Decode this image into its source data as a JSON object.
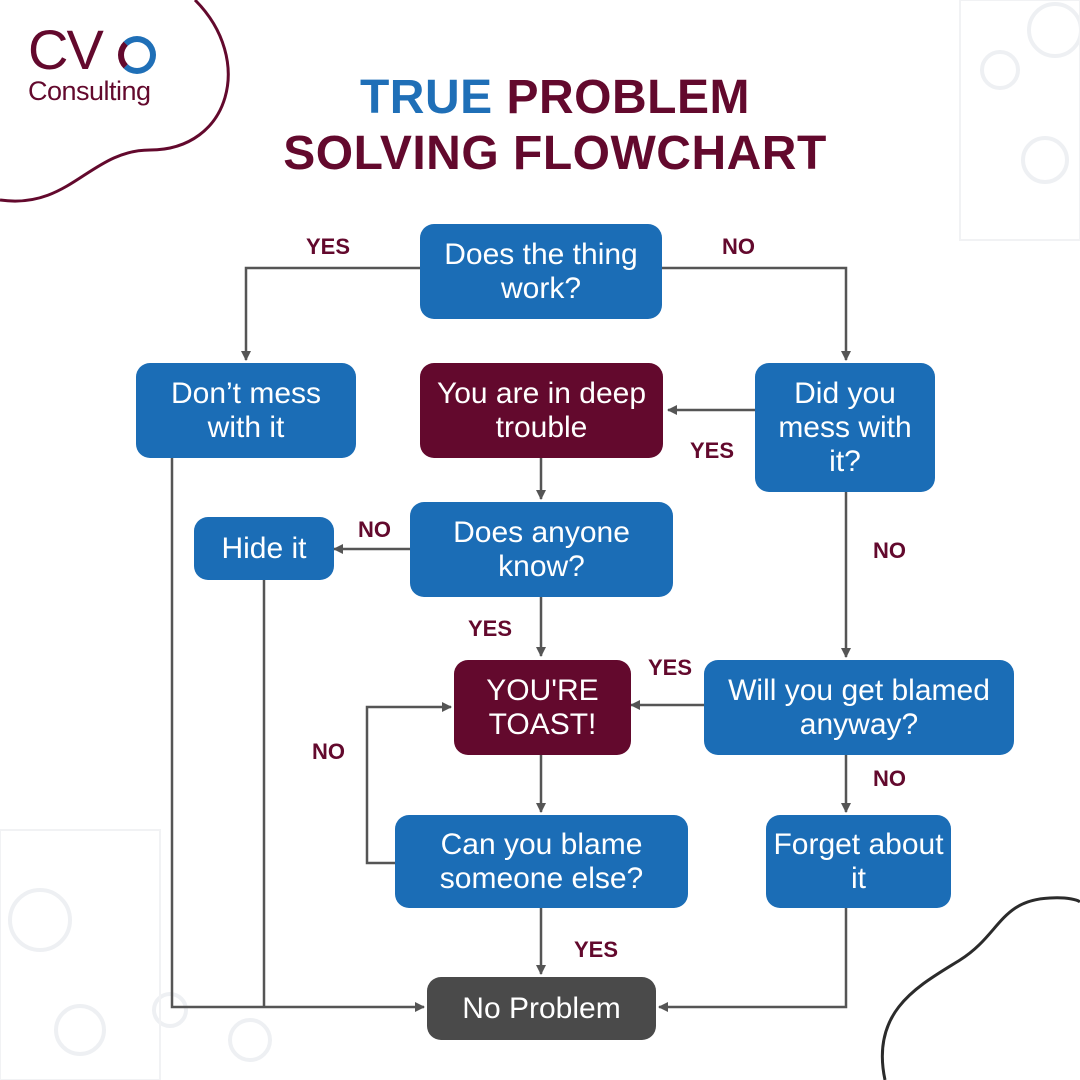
{
  "brand": {
    "logo_main": "CV",
    "logo_sub": "Consulting"
  },
  "title": {
    "word_accent": "TRUE",
    "rest_line1": "PROBLEM",
    "line2": "SOLVING FLOWCHART"
  },
  "nodes": {
    "works": "Does the thing work?",
    "dont_mess": "Don’t mess with it",
    "deep_trouble": "You are in deep trouble",
    "mess_with_it": "Did you mess with it?",
    "hide_it": "Hide it",
    "anyone_know": "Does anyone know?",
    "toast": "YOU'RE TOAST!",
    "blamed_anyway": "Will you get blamed anyway?",
    "blame_else": "Can you blame someone else?",
    "forget": "Forget about it",
    "no_problem": "No Problem"
  },
  "labels": {
    "works_yes": "YES",
    "works_no": "NO",
    "mess_yes": "YES",
    "mess_no": "NO",
    "know_no": "NO",
    "know_yes": "YES",
    "blamed_yes": "YES",
    "blamed_no": "NO",
    "blame_else_no": "NO",
    "blame_else_yes": "YES"
  },
  "colors": {
    "blue": "#1b6db6",
    "maroon": "#63092d",
    "grey": "#4a4a4a",
    "connector": "#555555",
    "title_accent": "#1f6fb7"
  }
}
